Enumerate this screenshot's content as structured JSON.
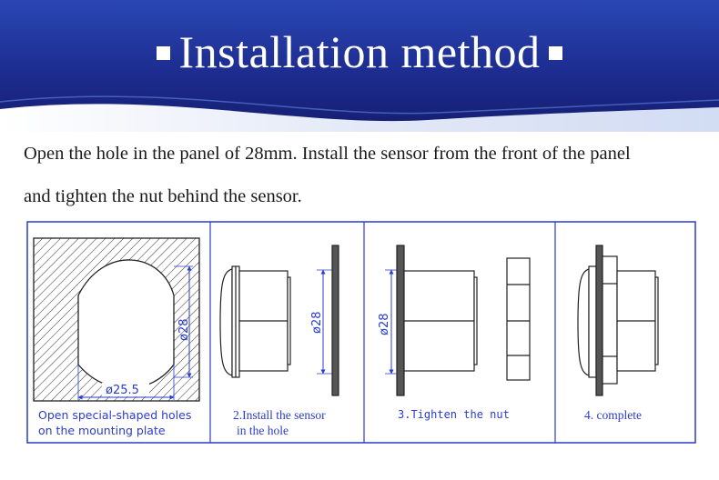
{
  "header": {
    "title": "Installation method",
    "colors": {
      "banner_dark": "#141d6e",
      "banner_mid": "#2a47b4",
      "wave": "#e9eef9",
      "text_accent": "#2a3ccc"
    }
  },
  "description": {
    "line1": "Open the hole in the panel of 28mm. Install the sensor from the front of the panel",
    "line2": "and tighten the nut behind the sensor."
  },
  "steps": [
    {
      "caption_line1": "Open special-shaped holes",
      "caption_line2": "on the mounting plate",
      "dim_vertical": "ø28",
      "dim_horizontal": "ø25.5"
    },
    {
      "caption_line1": "2.Install the sensor",
      "caption_line2": "in the hole",
      "dim_vertical": "ø28"
    },
    {
      "caption_line1": "3.Tighten the nut",
      "dim_vertical": "ø28"
    },
    {
      "caption_line1": "4. complete"
    }
  ]
}
